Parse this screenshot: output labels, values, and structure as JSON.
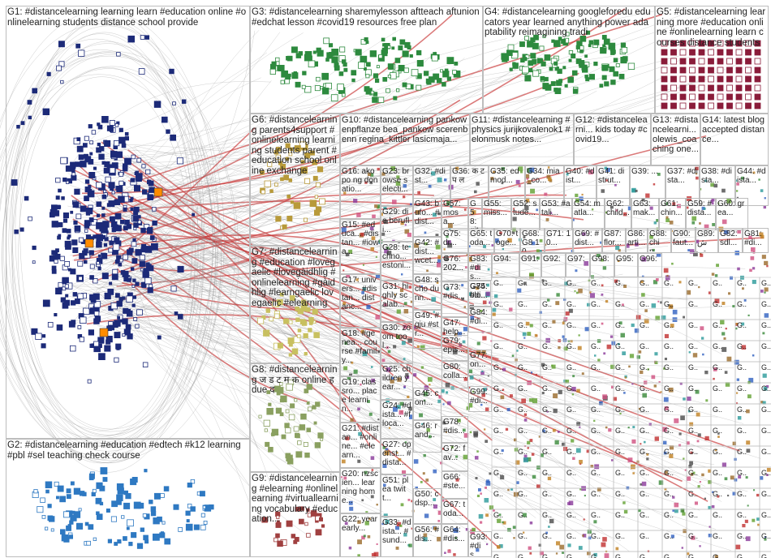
{
  "groups": [
    {
      "id": "G1",
      "label": "G1: #distancelearning learning learn #education online #onlinelearning students distance school provide"
    },
    {
      "id": "G2",
      "label": "G2: #distancelearning #education #edtech #k12 learning #pbl #sel teaching check course"
    },
    {
      "id": "G3",
      "label": "G3: #distancelearning sharemylesson aftteach aftunion #edchat lesson #covid19 resources free plan"
    },
    {
      "id": "G4",
      "label": "G4: #distancelearning googleforedu educators year learned anything power adaptability reimagining tradi"
    },
    {
      "id": "G5",
      "label": "G5: #distancelearning learning more #education online #onlinelearning learn courses distance students"
    },
    {
      "id": "G6",
      "label": "G6: #distancelearning parents4support #onlinelearning learning students parent #education school online exchange"
    },
    {
      "id": "G7",
      "label": "G7: #distancelearning #education #lovegaelic #lovegàidhlig #onlinelearning #gàidhlig #learngaelic lovegaelic #elearning"
    },
    {
      "id": "G8",
      "label": "G8: #distancelearning ज ड ट म क online ह due द"
    },
    {
      "id": "G9",
      "label": "G9: #distancelearning #elearning #onlinelearning #virtuallearning vocabulary #education..."
    },
    {
      "id": "G10",
      "label": "G10: #distancelearning pankowenpflanze bea_pankow scerenbenn regina_kittler lasicmaja..."
    },
    {
      "id": "G11",
      "label": "G11: #distancelearning #physics jurijkovalenok1 #elonmusk notes..."
    },
    {
      "id": "G12",
      "label": "G12: #distancelearni... kids today #covid19..."
    },
    {
      "id": "G13",
      "label": "G13: #distancelearni... olewis_coaching one..."
    },
    {
      "id": "G14",
      "label": "G14: latest blog accepted distance..."
    },
    {
      "id": "G15",
      "label": "G15: #educa... #distan... #iowa..."
    },
    {
      "id": "G16",
      "label": "G16: ako po ng donatio..."
    },
    {
      "id": "G17",
      "label": "G17: univers... #distan... distanc..."
    },
    {
      "id": "G18",
      "label": "G18: #genea... course #family..."
    },
    {
      "id": "G19",
      "label": "G19: classro... place learnin..."
    },
    {
      "id": "G20",
      "label": "G20: nzscien... learning home..."
    },
    {
      "id": "G21",
      "label": "G21: #distan... #online... #elearn..."
    },
    {
      "id": "G22",
      "label": "G22: year early..."
    },
    {
      "id": "G23",
      "label": "G23: browse selecti..."
    },
    {
      "id": "G24",
      "label": "G24: #dista... #floca..."
    },
    {
      "id": "G25",
      "label": "G25: children year..."
    },
    {
      "id": "G27",
      "label": "G27: openst... #dista..."
    },
    {
      "id": "G28",
      "label": "G28: techno... estoni..."
    },
    {
      "id": "G29",
      "label": "G29: die berufli..."
    },
    {
      "id": "G30",
      "label": "G30: zoom tool..."
    },
    {
      "id": "G31",
      "label": "G31: highly scalab..."
    },
    {
      "id": "G32",
      "label": "G32: #dist..."
    },
    {
      "id": "G33",
      "label": "G33: #dista... #sund..."
    },
    {
      "id": "G34",
      "label": "G34: mia_co..."
    },
    {
      "id": "G35",
      "label": "G35: edmod..."
    },
    {
      "id": "G36",
      "label": "G36: क ट प ल"
    },
    {
      "id": "G37",
      "label": "G37: #dista..."
    },
    {
      "id": "G38",
      "label": "G38: #dista..."
    },
    {
      "id": "G39",
      "label": "G39: ..."
    },
    {
      "id": "G40",
      "label": "G40: #dist..."
    },
    {
      "id": "G41",
      "label": "G41: distrut..."
    },
    {
      "id": "G42",
      "label": "G42: #dist... wcet..."
    },
    {
      "id": "G43",
      "label": "G43: bufo... #dist..."
    },
    {
      "id": "G44",
      "label": "G44: #dista..."
    },
    {
      "id": "G45",
      "label": "G45: com..."
    },
    {
      "id": "G46",
      "label": "G46: rand..."
    },
    {
      "id": "G47",
      "label": "G47: help..."
    },
    {
      "id": "G48",
      "label": "G48: scho dunn..."
    },
    {
      "id": "G49",
      "label": "G49: #gju #str..."
    },
    {
      "id": "G50",
      "label": "G50: cdsp..."
    },
    {
      "id": "G51",
      "label": "G51: plea twitt..."
    },
    {
      "id": "G52",
      "label": "G52: stude..."
    },
    {
      "id": "G53",
      "label": "G53: #atali..."
    },
    {
      "id": "G54",
      "label": "G54: matla..."
    },
    {
      "id": "G55",
      "label": "G55: miss..."
    },
    {
      "id": "G56",
      "label": "G56: #dis..."
    },
    {
      "id": "G57",
      "label": "G57: mosa..."
    },
    {
      "id": "G58",
      "label": "G58: qitabi..."
    },
    {
      "id": "G59",
      "label": "G59: #dista..."
    },
    {
      "id": "G60",
      "label": "G60: grea..."
    },
    {
      "id": "G62",
      "label": "G62: child..."
    },
    {
      "id": "G63",
      "label": "G63: mak..."
    },
    {
      "id": "G64",
      "label": "G64: #dis..."
    },
    {
      "id": "G65",
      "label": "G65: toda..."
    },
    {
      "id": "G66",
      "label": "G66: #ste..."
    },
    {
      "id": "G67",
      "label": "G67: toda..."
    },
    {
      "id": "G69",
      "label": "G69: #dist..."
    },
    {
      "id": "G70",
      "label": "G70: toge..."
    },
    {
      "id": "G71",
      "label": "G71: 10..."
    },
    {
      "id": "G72",
      "label": "G72: fav..."
    },
    {
      "id": "G73",
      "label": "G73: #dis..."
    },
    {
      "id": "G74",
      "label": "G74: #di..."
    },
    {
      "id": "G75",
      "label": "G75: dr..."
    },
    {
      "id": "G76",
      "label": "G76: 202..."
    },
    {
      "id": "G78",
      "label": "G78: #dis..."
    },
    {
      "id": "G79",
      "label": "G79: epis..."
    },
    {
      "id": "G80",
      "label": "G80: colla..."
    },
    {
      "id": "G81",
      "label": "G81: #di..."
    },
    {
      "id": "G82",
      "label": "G82: sdl..."
    },
    {
      "id": "G83",
      "label": "G83: #dis..."
    },
    {
      "id": "G84",
      "label": "G84: #di..."
    },
    {
      "id": "G85",
      "label": "G85: blo..."
    },
    {
      "id": "G86",
      "label": "G86: arti..."
    },
    {
      "id": "G87",
      "label": "G87: flor..."
    },
    {
      "id": "G88",
      "label": "G88: chin..."
    },
    {
      "id": "G89",
      "label": "G89: ش ص"
    },
    {
      "id": "G90",
      "label": "G90: faut..."
    },
    {
      "id": "G91",
      "label": "G91:"
    },
    {
      "id": "G92",
      "label": "G92:"
    },
    {
      "id": "G93",
      "label": "G93: #dis..."
    },
    {
      "id": "G94",
      "label": "G94:"
    },
    {
      "id": "G95",
      "label": "G95:"
    },
    {
      "id": "G96",
      "label": "G96:"
    },
    {
      "id": "G97",
      "label": "G97:"
    },
    {
      "id": "G98",
      "label": "G98:"
    },
    {
      "id": "G99",
      "label": "G99: #di..."
    },
    {
      "id": "G61",
      "label": "G61: chin..."
    },
    {
      "id": "G68",
      "label": "G68: G8 10..."
    },
    {
      "id": "G77",
      "label": "G77: on..."
    }
  ],
  "colors": {
    "border": "#bdbdbd",
    "edge_gray": "#9a9a9a",
    "edge_red": "#c83232",
    "g1_node": "#1c2a78",
    "g2_node": "#2e79c2",
    "g3_node": "#2d8a3e",
    "g4_node": "#2d8a3e",
    "g5_node": "#8a1c3a",
    "accent_orange": "#ff8c00"
  }
}
